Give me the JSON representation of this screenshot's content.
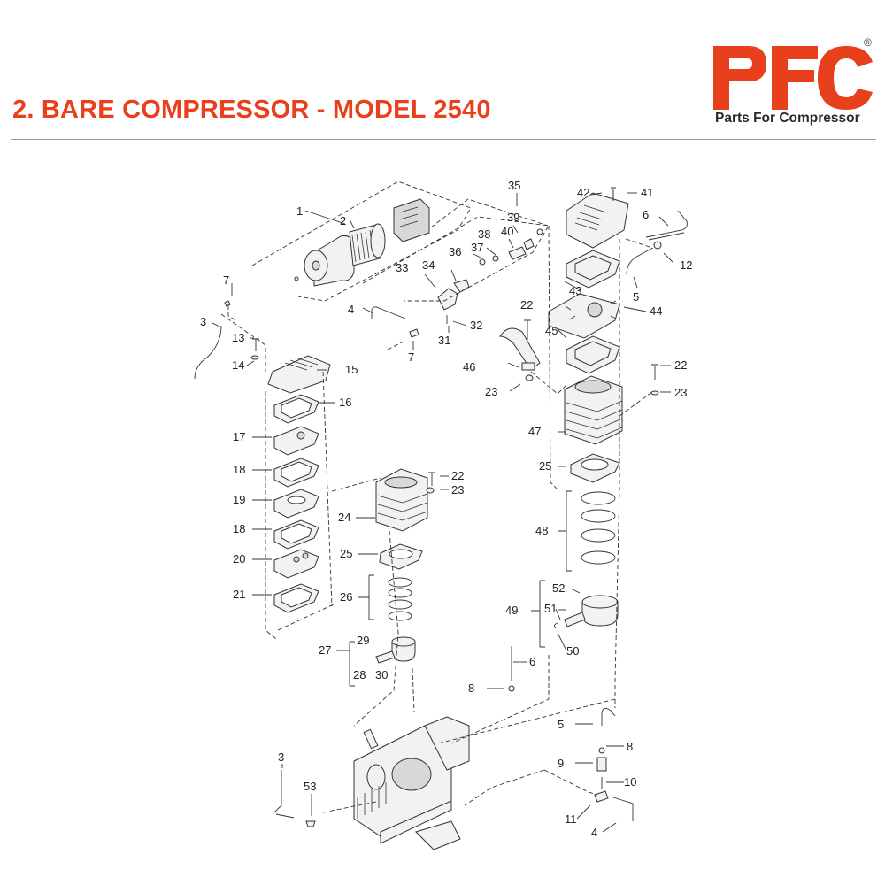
{
  "page": {
    "title": "2. BARE COMPRESSOR - MODEL 2540"
  },
  "brand": {
    "logo_text": "PFC",
    "registered_mark": "®",
    "tagline": "Parts For Compressor",
    "accent_color": "#e8401c"
  },
  "diagram": {
    "labels": [
      "1",
      "2",
      "3",
      "4",
      "5",
      "6",
      "7",
      "8",
      "9",
      "10",
      "11",
      "12",
      "13",
      "14",
      "15",
      "16",
      "17",
      "18",
      "19",
      "20",
      "21",
      "22",
      "23",
      "24",
      "25",
      "26",
      "27",
      "28",
      "29",
      "30",
      "31",
      "32",
      "33",
      "34",
      "35",
      "36",
      "37",
      "38",
      "39",
      "40",
      "41",
      "42",
      "43",
      "44",
      "45",
      "46",
      "47",
      "48",
      "49",
      "50",
      "51",
      "52",
      "53"
    ]
  }
}
